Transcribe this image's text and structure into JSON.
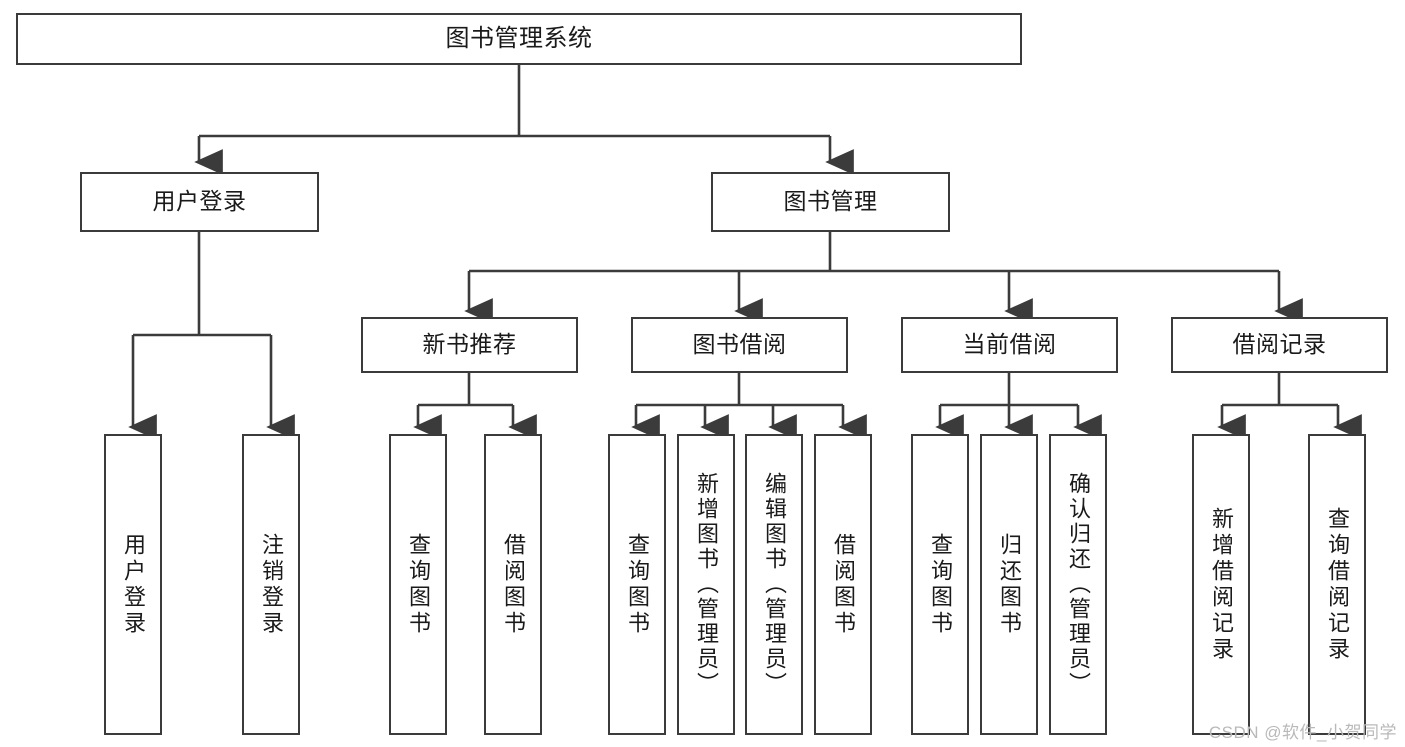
{
  "diagram": {
    "type": "tree-hierarchy-flowchart",
    "title": "图书管理系统",
    "colors": {
      "stroke": "#3b3b3b",
      "fill": "#ffffff",
      "text": "#1a1a1a",
      "watermark": "#b9b9b9"
    },
    "levels": [
      {
        "level": 1,
        "nodes": [
          {
            "id": "root",
            "label": "图书管理系统",
            "orientation": "horizontal"
          }
        ]
      },
      {
        "level": 2,
        "nodes": [
          {
            "id": "user-login",
            "label": "用户登录",
            "orientation": "horizontal",
            "parent": "root"
          },
          {
            "id": "book-manage",
            "label": "图书管理",
            "orientation": "horizontal",
            "parent": "root"
          }
        ]
      },
      {
        "level": 3,
        "nodes": [
          {
            "id": "new-book-rec",
            "label": "新书推荐",
            "orientation": "horizontal",
            "parent": "book-manage"
          },
          {
            "id": "book-borrow",
            "label": "图书借阅",
            "orientation": "horizontal",
            "parent": "book-manage"
          },
          {
            "id": "current-borrow",
            "label": "当前借阅",
            "orientation": "horizontal",
            "parent": "book-manage"
          },
          {
            "id": "borrow-record",
            "label": "借阅记录",
            "orientation": "horizontal",
            "parent": "book-manage"
          }
        ]
      },
      {
        "level": 4,
        "nodes": [
          {
            "id": "leaf-user-login",
            "label": "用户登录",
            "orientation": "vertical",
            "parent": "user-login"
          },
          {
            "id": "leaf-logout",
            "label": "注销登录",
            "orientation": "vertical",
            "parent": "user-login"
          },
          {
            "id": "leaf-query-book-1",
            "label": "查询图书",
            "orientation": "vertical",
            "parent": "new-book-rec"
          },
          {
            "id": "leaf-borrow-book-1",
            "label": "借阅图书",
            "orientation": "vertical",
            "parent": "new-book-rec"
          },
          {
            "id": "leaf-query-book-2",
            "label": "查询图书",
            "orientation": "vertical",
            "parent": "book-borrow"
          },
          {
            "id": "leaf-add-book",
            "label": "新增图书（管理员）",
            "orientation": "vertical",
            "parent": "book-borrow"
          },
          {
            "id": "leaf-edit-book",
            "label": "编辑图书（管理员）",
            "orientation": "vertical",
            "parent": "book-borrow"
          },
          {
            "id": "leaf-borrow-book-2",
            "label": "借阅图书",
            "orientation": "vertical",
            "parent": "book-borrow"
          },
          {
            "id": "leaf-query-book-3",
            "label": "查询图书",
            "orientation": "vertical",
            "parent": "current-borrow"
          },
          {
            "id": "leaf-return-book",
            "label": "归还图书",
            "orientation": "vertical",
            "parent": "current-borrow"
          },
          {
            "id": "leaf-confirm-return",
            "label": "确认归还（管理员）",
            "orientation": "vertical",
            "parent": "current-borrow"
          },
          {
            "id": "leaf-add-record",
            "label": "新增借阅记录",
            "orientation": "vertical",
            "parent": "borrow-record"
          },
          {
            "id": "leaf-query-record",
            "label": "查询借阅记录",
            "orientation": "vertical",
            "parent": "borrow-record"
          }
        ]
      }
    ]
  },
  "watermark": {
    "text": "CSDN @软件_小贺同学"
  }
}
